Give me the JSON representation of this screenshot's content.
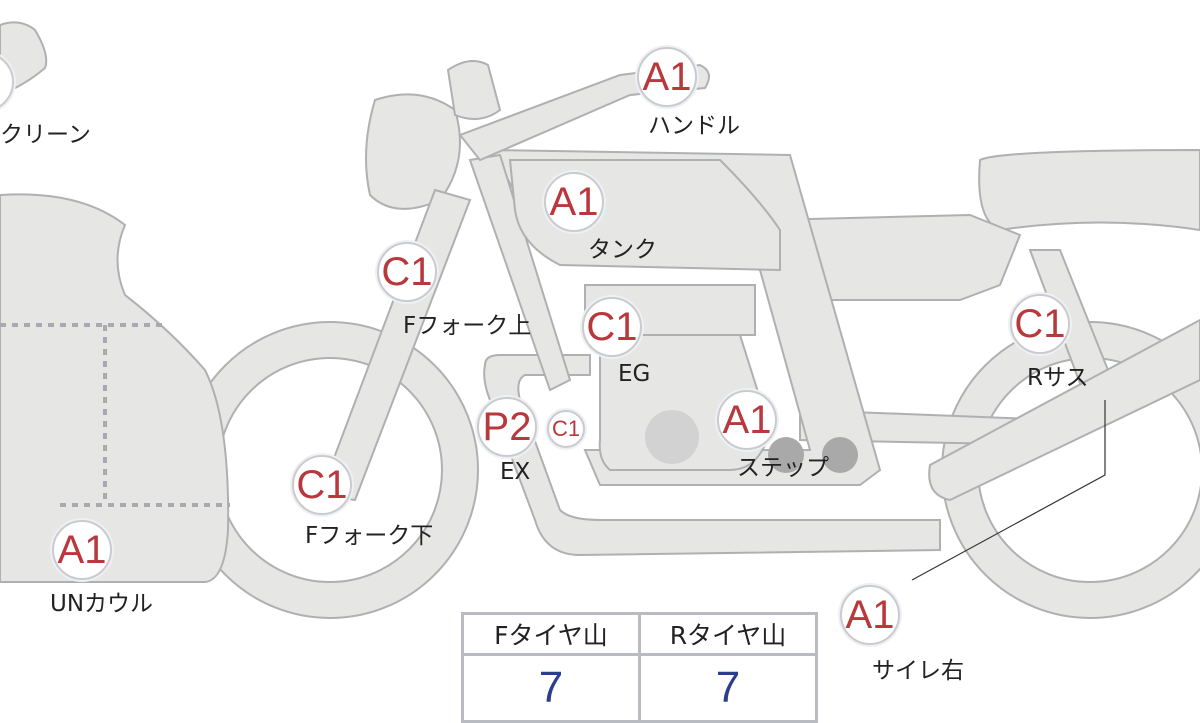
{
  "parts": [
    {
      "id": "screen",
      "grade": "",
      "label": "クリーン"
    },
    {
      "id": "handle",
      "grade": "A1",
      "label": "ハンドル"
    },
    {
      "id": "tank",
      "grade": "A1",
      "label": "タンク"
    },
    {
      "id": "ffork_upper",
      "grade": "C1",
      "label": "Fフォーク上"
    },
    {
      "id": "engine",
      "grade": "C1",
      "label": "EG"
    },
    {
      "id": "rear_sus",
      "grade": "C1",
      "label": "Rサス"
    },
    {
      "id": "exhaust",
      "grade": "P2",
      "grade2": "C1",
      "label": "EX"
    },
    {
      "id": "step",
      "grade": "A1",
      "label": "ステップ"
    },
    {
      "id": "ffork_lower",
      "grade": "C1",
      "label": "Fフォーク下"
    },
    {
      "id": "under_cowl",
      "grade": "A1",
      "label": "UNカウル"
    },
    {
      "id": "silencer_right",
      "grade": "A1",
      "label": "サイレ右"
    }
  ],
  "tire_table": {
    "headers": [
      "Fタイヤ山",
      "Rタイヤ山"
    ],
    "values": [
      "7",
      "7"
    ]
  },
  "colors": {
    "grade": "#b8383c",
    "value": "#2a3e8c",
    "body": "#e6e6e4"
  }
}
